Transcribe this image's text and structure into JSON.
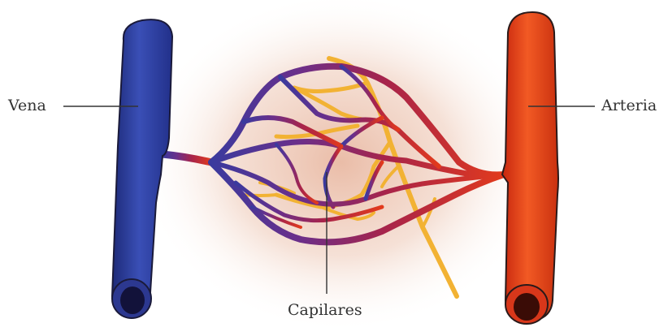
{
  "labels": {
    "vein": "Vena",
    "artery": "Arteria",
    "capillaries": "Capilares"
  },
  "colors": {
    "vein": "#2b3f9e",
    "artery": "#e8401c",
    "capillary_mix": "#8a2a6a",
    "lymph": "#f2b233",
    "tissue_glow": "#f3d9cc",
    "outline": "#2a1a1a"
  }
}
